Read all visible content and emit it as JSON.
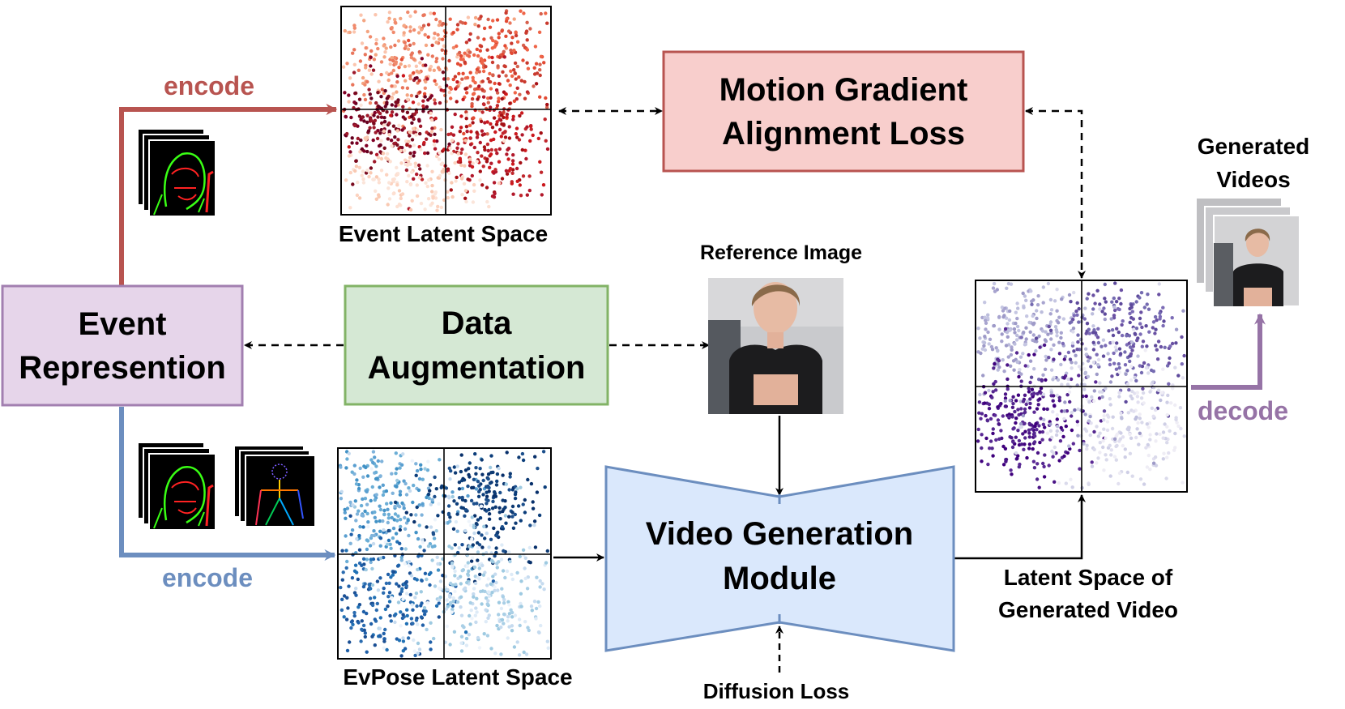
{
  "blocks": {
    "event_rep": [
      "Event",
      "Represention"
    ],
    "data_aug": [
      "Data",
      "Augmentation"
    ],
    "mga_loss": [
      "Motion Gradient",
      "Alignment Loss"
    ],
    "vgm": [
      "Video Generation",
      "Module"
    ]
  },
  "plots": {
    "event_latent": "Event Latent Space",
    "evpose_latent": "EvPose Latent Space",
    "generated_latent": [
      "Latent Space of",
      "Generated Video"
    ]
  },
  "labels": {
    "encode_top": "encode",
    "encode_bottom": "encode",
    "decode": "decode",
    "reference_image": "Reference Image",
    "generated_videos": [
      "Generated",
      "Videos"
    ],
    "diffusion_loss": "Diffusion Loss"
  },
  "colors": {
    "event_fill": "#e6d5ea",
    "event_stroke": "#a27fb0",
    "aug_fill": "#d5e8d4",
    "aug_stroke": "#82b366",
    "loss_fill": "#f8cecc",
    "loss_stroke": "#b85450",
    "vgm_fill": "#dae8fc",
    "vgm_stroke": "#6c8ebf",
    "encode_top": "#b85450",
    "encode_bottom": "#6c8ebf",
    "decode": "#9673a6"
  }
}
